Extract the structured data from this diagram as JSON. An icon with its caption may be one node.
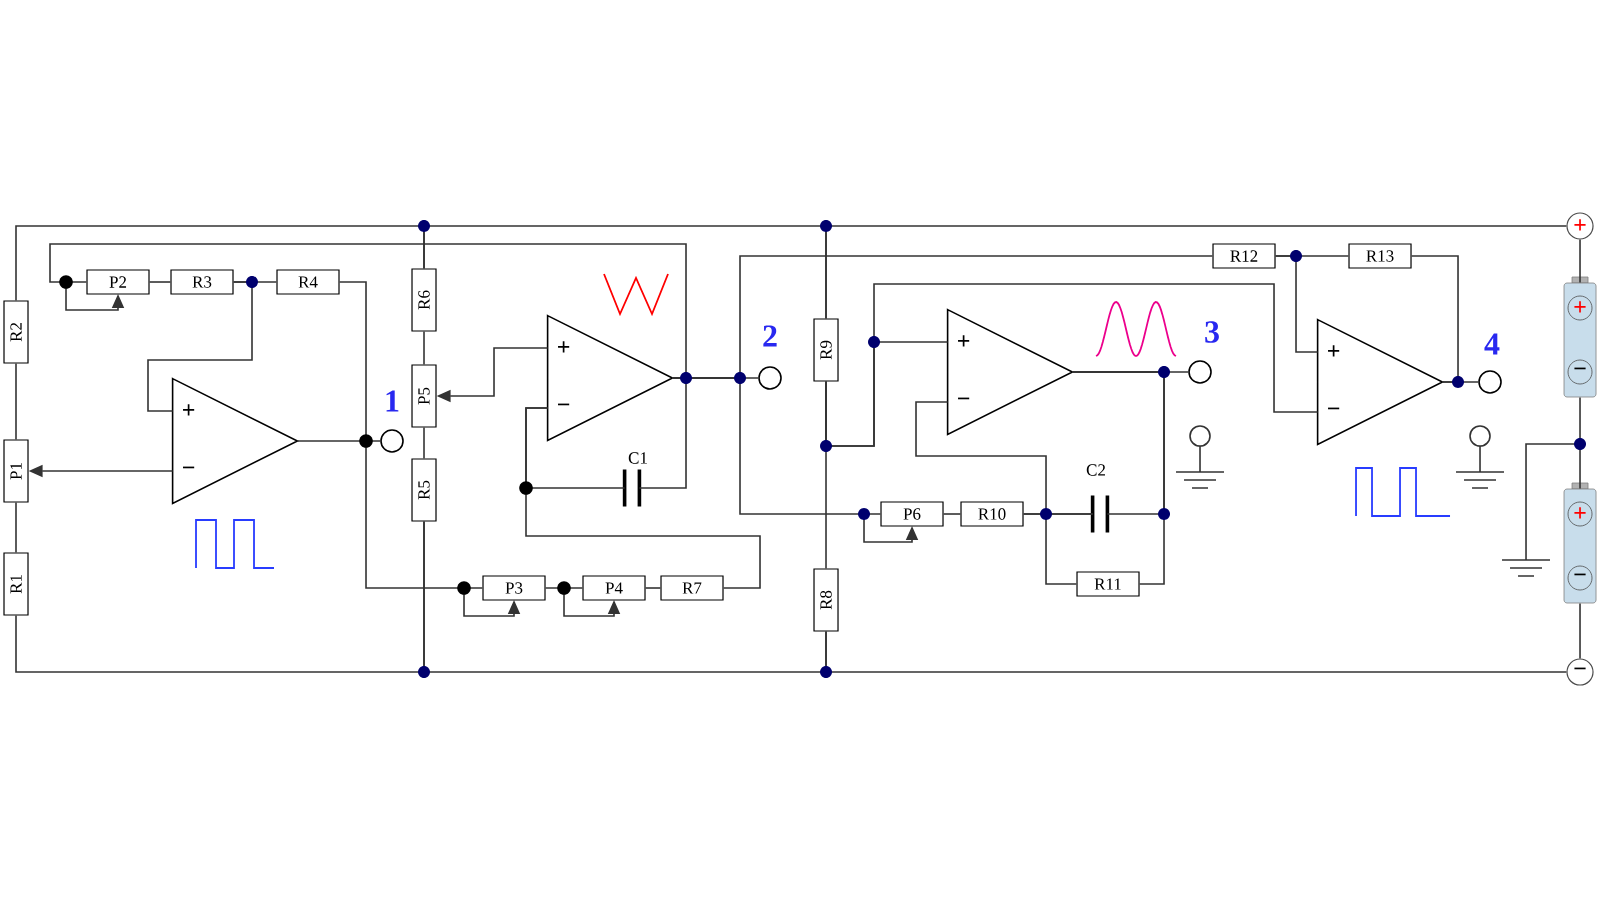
{
  "diagram": {
    "nodes": [
      {
        "text": [
          "R2"
        ]
      },
      {
        "text": [
          "P1"
        ]
      },
      {
        "text": [
          "R1"
        ]
      },
      {
        "text": [
          "P2"
        ]
      },
      {
        "text": [
          "R3"
        ]
      },
      {
        "text": [
          "R4"
        ]
      },
      {
        "text": [
          "+",
          "−"
        ]
      },
      {
        "text": [],
        "shape": "circle",
        "beside": [
          "1"
        ]
      },
      {
        "text": [
          "R6"
        ]
      },
      {
        "text": [
          "P5"
        ]
      },
      {
        "text": [
          "R5"
        ]
      },
      {
        "text": [
          "+",
          "−"
        ]
      },
      {
        "text": [],
        "shape": "capacitor",
        "beside": [
          "C1"
        ]
      },
      {
        "text": [],
        "shape": "circle",
        "beside": [
          "2"
        ]
      },
      {
        "text": [
          "P3"
        ]
      },
      {
        "text": [
          "P4"
        ]
      },
      {
        "text": [
          "R7"
        ]
      },
      {
        "text": [
          "R9"
        ]
      },
      {
        "text": [
          "R8"
        ]
      },
      {
        "text": [
          "+",
          "−"
        ]
      },
      {
        "text": [],
        "shape": "circle",
        "beside": [
          "3"
        ]
      },
      {
        "text": [
          "P6"
        ]
      },
      {
        "text": [
          "R10"
        ]
      },
      {
        "text": [],
        "shape": "capacitor",
        "beside": [
          "C2"
        ]
      },
      {
        "text": [
          "R11"
        ]
      },
      {
        "text": [
          "R12"
        ]
      },
      {
        "text": [
          "R13"
        ]
      },
      {
        "text": [
          "+",
          "−"
        ]
      },
      {
        "text": [],
        "shape": "circle",
        "beside": [
          "4"
        ]
      },
      {
        "text": [
          "+",
          "−"
        ]
      },
      {
        "text": [
          "+",
          "−"
        ]
      },
      {
        "text": [
          "+"
        ]
      },
      {
        "text": [
          "−"
        ]
      }
    ],
    "edges": [
      {
        "from": 0,
        "to": 1,
        "arrow": "none"
      },
      {
        "from": 1,
        "to": 2,
        "arrow": "none"
      },
      {
        "from": 3,
        "to": 4,
        "arrow": "none"
      },
      {
        "from": 4,
        "to": 5,
        "arrow": "none"
      },
      {
        "from": 6,
        "to": 7,
        "arrow": "none"
      },
      {
        "from": 6,
        "to": 1,
        "arrow": "to"
      },
      {
        "from": 5,
        "to": 14,
        "arrow": "none"
      },
      {
        "from": 4,
        "to": 6,
        "arrow": "none"
      },
      {
        "from": 8,
        "to": 9,
        "arrow": "none"
      },
      {
        "from": 9,
        "to": 10,
        "arrow": "none"
      },
      {
        "from": 11,
        "to": 9,
        "arrow": "to"
      },
      {
        "from": 11,
        "to": 13,
        "arrow": "none"
      },
      {
        "from": 11,
        "to": 12,
        "arrow": "none"
      },
      {
        "from": 12,
        "to": 11,
        "arrow": "none"
      },
      {
        "from": 14,
        "to": 15,
        "arrow": "none"
      },
      {
        "from": 15,
        "to": 16,
        "arrow": "none"
      },
      {
        "from": 16,
        "to": 11,
        "arrow": "none"
      },
      {
        "from": 11,
        "to": 3,
        "arrow": "none"
      },
      {
        "from": 11,
        "to": 25,
        "arrow": "none"
      },
      {
        "from": 11,
        "to": 21,
        "arrow": "none"
      },
      {
        "from": 17,
        "to": 18,
        "arrow": "none"
      },
      {
        "from": 17,
        "to": 19,
        "arrow": "none"
      },
      {
        "from": 17,
        "to": 27,
        "arrow": "none"
      },
      {
        "from": 19,
        "to": 23,
        "arrow": "none"
      },
      {
        "from": 21,
        "to": 22,
        "arrow": "none"
      },
      {
        "from": 22,
        "to": 23,
        "arrow": "none"
      },
      {
        "from": 22,
        "to": 24,
        "arrow": "none"
      },
      {
        "from": 23,
        "to": 19,
        "arrow": "none"
      },
      {
        "from": 24,
        "to": 19,
        "arrow": "none"
      },
      {
        "from": 19,
        "to": 20,
        "arrow": "none"
      },
      {
        "from": 25,
        "to": 26,
        "arrow": "none"
      },
      {
        "from": 26,
        "to": 27,
        "arrow": "none"
      },
      {
        "from": 25,
        "to": 27,
        "arrow": "none"
      },
      {
        "from": 27,
        "to": 28,
        "arrow": "none"
      },
      {
        "from": 29,
        "to": 30,
        "arrow": "none"
      },
      {
        "from": 31,
        "to": 29,
        "arrow": "none"
      },
      {
        "from": 30,
        "to": 32,
        "arrow": "none"
      },
      {
        "from": 0,
        "to": 8,
        "arrow": "none"
      },
      {
        "from": 8,
        "to": 17,
        "arrow": "none"
      },
      {
        "from": 17,
        "to": 31,
        "arrow": "none"
      },
      {
        "from": 2,
        "to": 10,
        "arrow": "none"
      },
      {
        "from": 10,
        "to": 18,
        "arrow": "none"
      },
      {
        "from": 18,
        "to": 32,
        "arrow": "none"
      }
    ]
  }
}
